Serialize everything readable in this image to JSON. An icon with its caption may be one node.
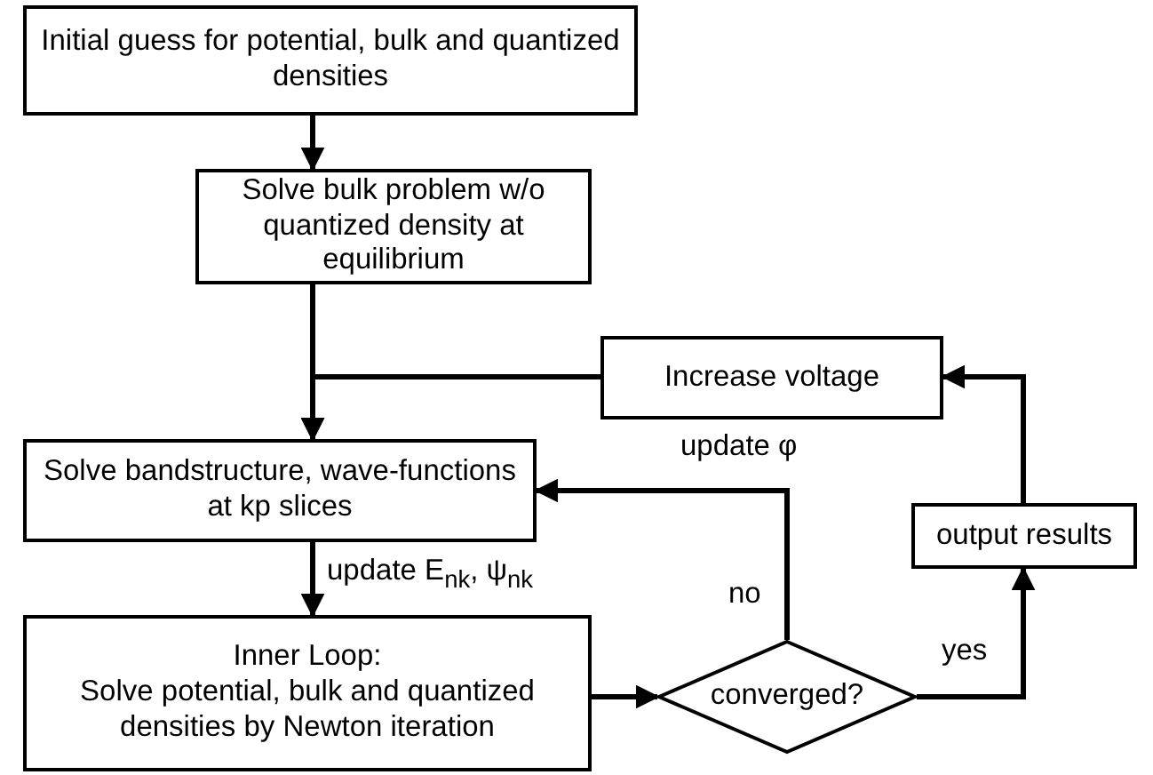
{
  "diagram": {
    "nodes": [
      {
        "text": [
          "Initial guess for potential, bulk and quantized densities"
        ]
      },
      {
        "text": [
          "Solve bulk problem w/o quantized density at equilibrium"
        ]
      },
      {
        "text": [
          "Increase voltage"
        ]
      },
      {
        "text": [
          "Solve bandstructure, wave-functions at kp slices"
        ]
      },
      {
        "text": [
          "output results"
        ]
      },
      {
        "text": [
          "Inner Loop:",
          "Solve potential, bulk and quantized densities by Newton iteration"
        ]
      },
      {
        "text": [
          "converged?"
        ]
      }
    ],
    "edges": [
      {
        "from": 0,
        "to": 1,
        "arrow": "to"
      },
      {
        "from": 1,
        "to": 3,
        "arrow": "to"
      },
      {
        "from": 2,
        "to": 3,
        "arrow": "to"
      },
      {
        "from": 3,
        "to": 5,
        "arrow": "to",
        "label": "update E$_{nk}$, ψ$_{nk}$"
      },
      {
        "from": 5,
        "to": 6,
        "arrow": "to"
      },
      {
        "from": 6,
        "to": 3,
        "arrow": "to",
        "label": "no"
      },
      {
        "from": 6,
        "to": 4,
        "arrow": "to",
        "label": "yes"
      },
      {
        "from": 4,
        "to": 2,
        "arrow": "to"
      }
    ],
    "labels": [
      "update φ"
    ]
  }
}
